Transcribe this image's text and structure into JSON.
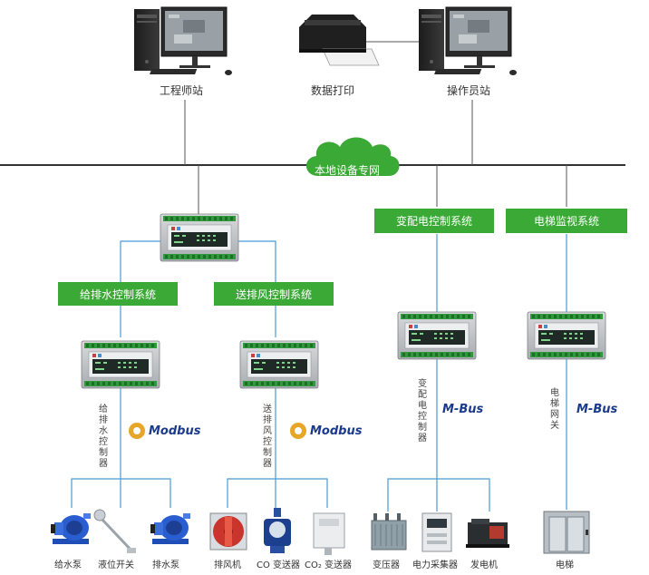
{
  "workstations": {
    "engineer": "工程师站",
    "printer": "数据打印",
    "operator": "操作员站"
  },
  "network": {
    "label": "本地设备专网"
  },
  "systems": {
    "water": "给排水控制系统",
    "air": "送排风控制系统",
    "power": "变配电控制系统",
    "elevator": "电梯监视系统"
  },
  "vertical_labels": {
    "water": "给排水控制器",
    "air": "送排风控制器",
    "power": "变配电控制器",
    "elevator": "电梯网关"
  },
  "protocols": {
    "modbus_1": "Modbus",
    "modbus_2": "Modbus",
    "mbus_1": "M-Bus",
    "mbus_2": "M-Bus"
  },
  "devices": {
    "water_pump_supply": "给水泵",
    "level_switch": "液位开关",
    "drain_pump": "排水泵",
    "exhaust_fan": "排风机",
    "co_sensor": "CO 变送器",
    "co2_sensor": "CO₂ 变送器",
    "transformer": "变压器",
    "power_collector": "电力采集器",
    "generator": "发电机",
    "elevator": "电梯"
  },
  "colors": {
    "green": "#3aa935",
    "line_blue": "#4a9ad4",
    "line_gray": "#555555",
    "brand_blue": "#1a3a8c"
  }
}
